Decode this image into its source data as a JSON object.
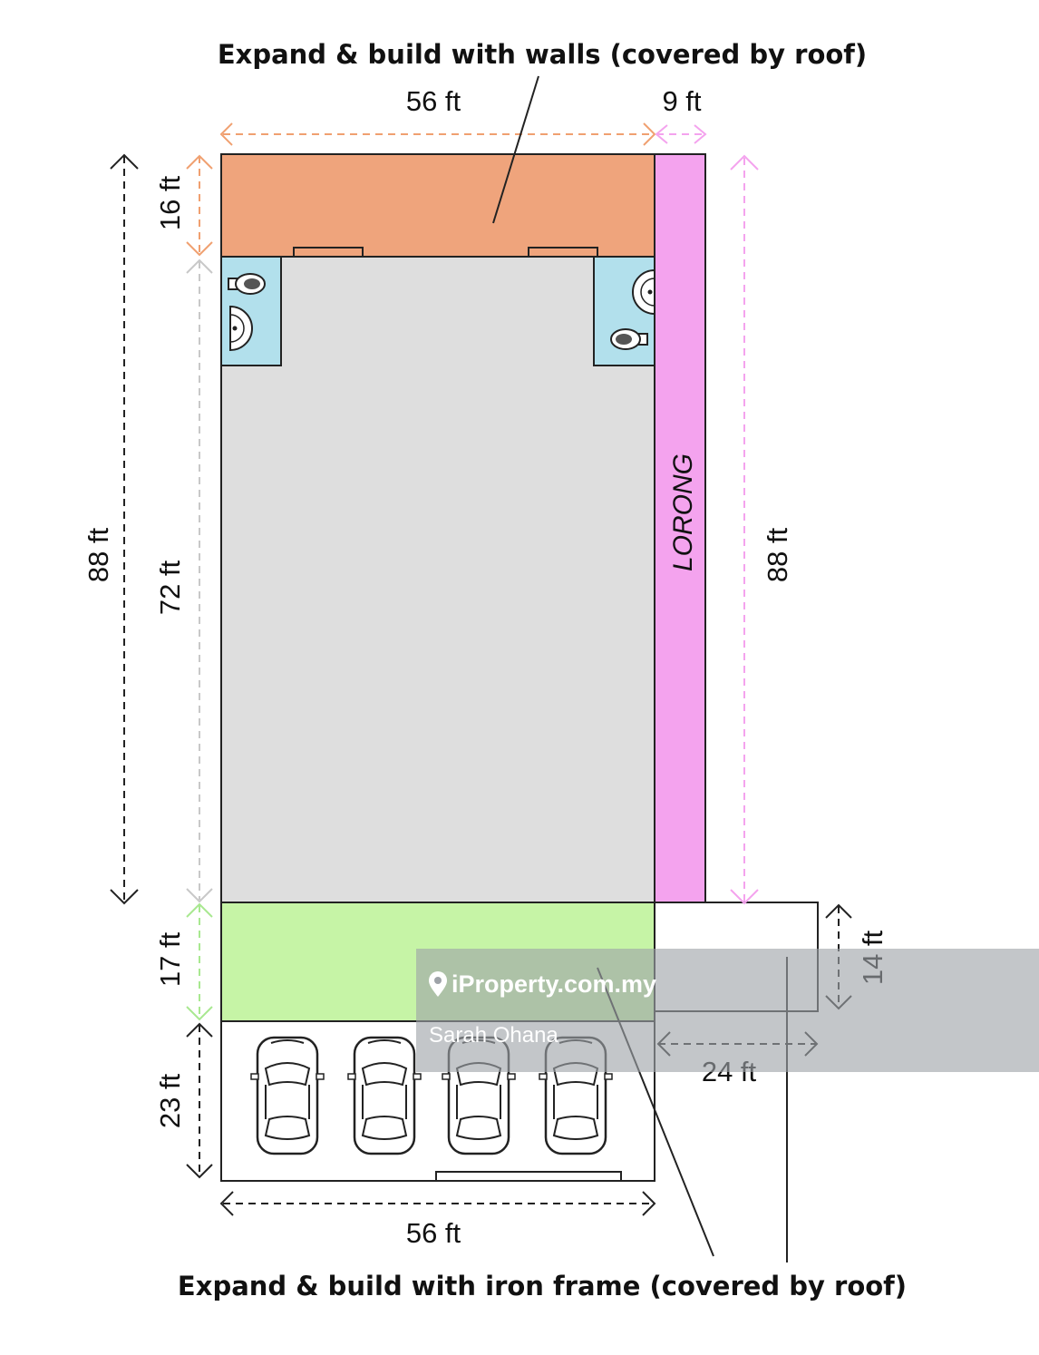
{
  "captions": {
    "top": "Expand & build with walls (covered by roof)",
    "bottom": "Expand & build with iron frame (covered by roof)"
  },
  "dimensions": {
    "top_width": "56 ft",
    "lane_width": "9 ft",
    "total_length_left": "88 ft",
    "extension_depth": "16 ft",
    "main_length": "72 ft",
    "front_yard_depth": "17 ft",
    "parking_depth": "23 ft",
    "bottom_width": "56 ft",
    "lane_length": "88 ft",
    "annex_depth": "14 ft",
    "annex_width": "24 ft"
  },
  "labels": {
    "lane": "LORONG"
  },
  "watermark": {
    "brand": "iProperty.com.my",
    "agent": "Sarah Ohana"
  },
  "icons": [
    "toilet-icon",
    "sink-icon",
    "car-icon",
    "location-pin-icon"
  ],
  "colors": {
    "extension": "#efa47c",
    "main_floor": "#dedede",
    "wet_room": "#b2e0ec",
    "lane": "#f4a3ee",
    "front_yard": "#c6f4a6",
    "watermark_band": "#9ea3a8",
    "dim_orange": "#f0a070",
    "dim_pink": "#f4a3ee",
    "dim_green": "#a8e890",
    "dim_grey": "#c8c8c8"
  }
}
